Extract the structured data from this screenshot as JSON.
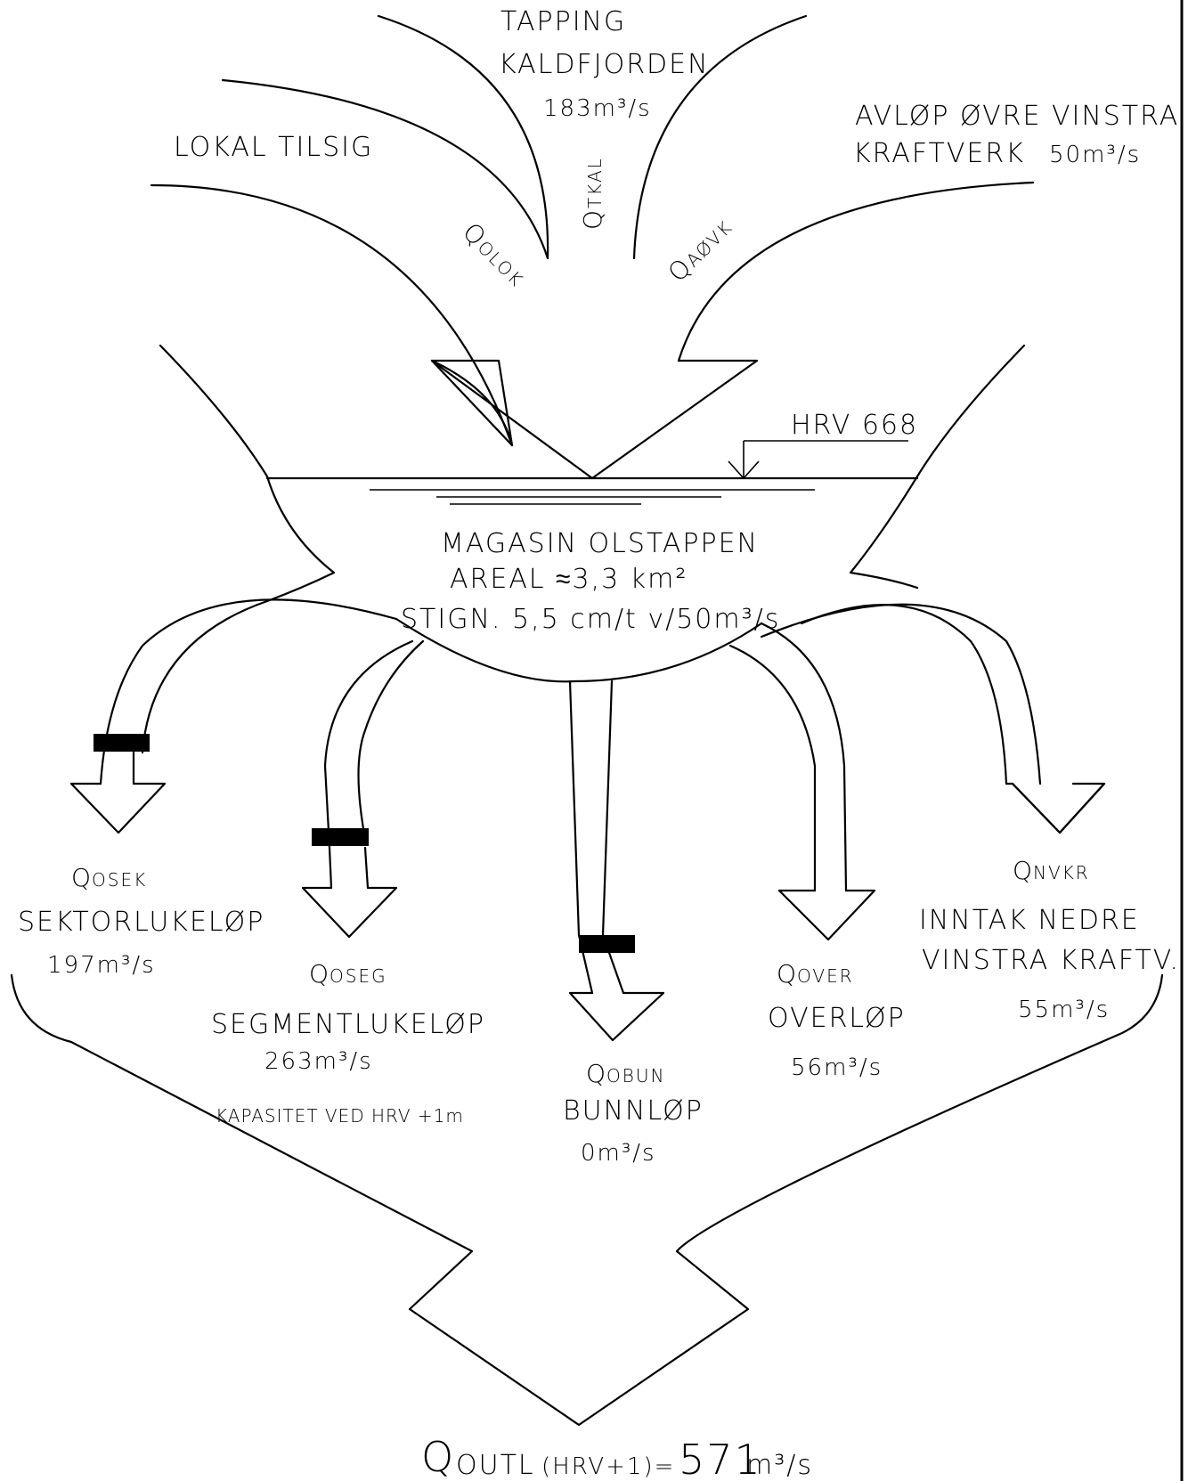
{
  "inflows": {
    "tapping_title_1": "TAPPING",
    "tapping_title_2": "KALDFJORDEN",
    "tapping_flow": "183m³/s",
    "tapping_symbol": "Q",
    "tapping_sub": "TKAL",
    "lokal_title": "LOKAL TILSIG",
    "lokal_symbol": "Q",
    "lokal_sub": "OLOK",
    "avlop_title_1": "AVLØP ØVRE VINSTRA",
    "avlop_title_2": "KRAFTVERK",
    "avlop_flow": "50m³/s",
    "avlop_symbol": "Q",
    "avlop_sub": "AØVK"
  },
  "reservoir": {
    "hrv_label": "HRV 668",
    "name": "MAGASIN OLSTAPPEN",
    "area": "AREAL ≈3,3 km²",
    "rise": "STIGN. 5,5 cm/t v/50m³/s"
  },
  "outlets": [
    {
      "symbol": "Q",
      "sub": "OSEK",
      "name": "SEKTORLUKELØP",
      "flow": "197m³/s"
    },
    {
      "symbol": "Q",
      "sub": "OSEG",
      "name": "SEGMENTLUKELØP",
      "flow": "263m³/s",
      "note": "KAPASITET VED HRV +1m"
    },
    {
      "symbol": "Q",
      "sub": "OBUN",
      "name": "BUNNLØP",
      "flow": "0m³/s"
    },
    {
      "symbol": "Q",
      "sub": "OVER",
      "name": "OVERLØP",
      "flow": "56m³/s"
    },
    {
      "symbol": "Q",
      "sub": "NVKR",
      "name_1": "INNTAK NEDRE",
      "name_2": "VINSTRA KRAFTV.",
      "flow": "55m³/s"
    }
  ],
  "total": {
    "symbol": "Q",
    "sub": "OUTL",
    "condition": "(HRV+1)=",
    "value": "571",
    "unit": "m³/s"
  }
}
